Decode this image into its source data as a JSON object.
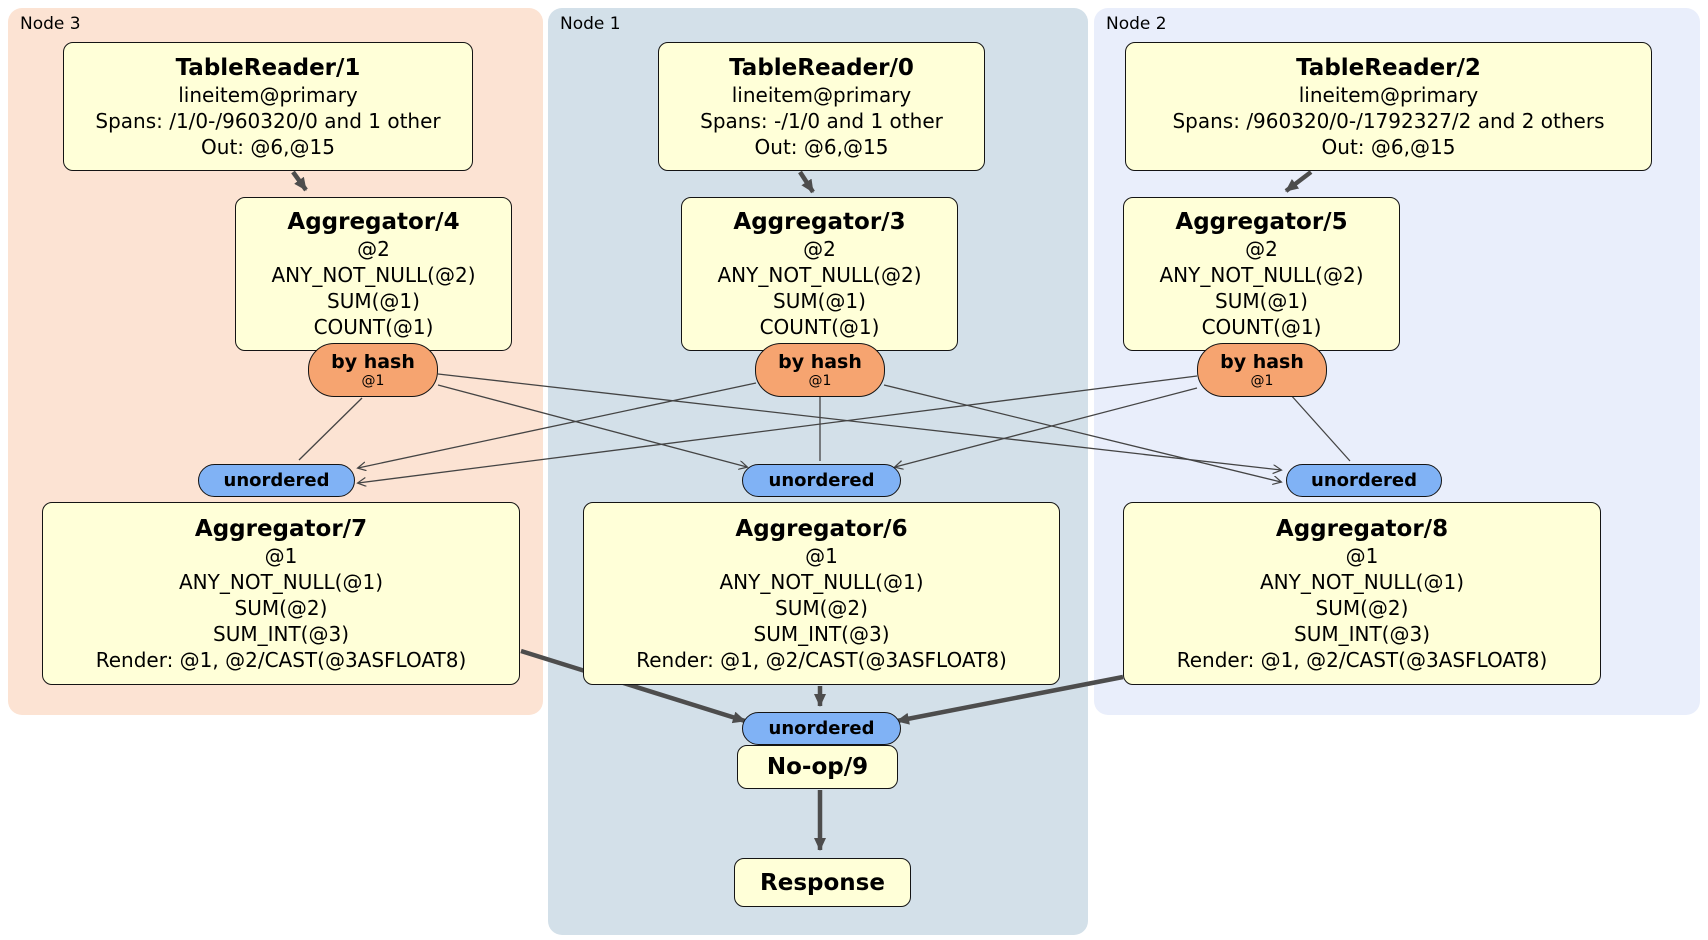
{
  "diagram": {
    "groups": {
      "node3": {
        "label": "Node 3"
      },
      "node1": {
        "label": "Node 1"
      },
      "node2": {
        "label": "Node 2"
      }
    },
    "processors": {
      "tr1": {
        "title": "TableReader/1",
        "lines": [
          "lineitem@primary",
          "Spans: /1/0-/960320/0 and 1 other",
          "Out: @6,@15"
        ]
      },
      "tr0": {
        "title": "TableReader/0",
        "lines": [
          "lineitem@primary",
          "Spans: -/1/0 and 1 other",
          "Out: @6,@15"
        ]
      },
      "tr2": {
        "title": "TableReader/2",
        "lines": [
          "lineitem@primary",
          "Spans: /960320/0-/1792327/2 and 2 others",
          "Out: @6,@15"
        ]
      },
      "agg4": {
        "title": "Aggregator/4",
        "lines": [
          "@2",
          "ANY_NOT_NULL(@2)",
          "SUM(@1)",
          "COUNT(@1)"
        ]
      },
      "agg3": {
        "title": "Aggregator/3",
        "lines": [
          "@2",
          "ANY_NOT_NULL(@2)",
          "SUM(@1)",
          "COUNT(@1)"
        ]
      },
      "agg5": {
        "title": "Aggregator/5",
        "lines": [
          "@2",
          "ANY_NOT_NULL(@2)",
          "SUM(@1)",
          "COUNT(@1)"
        ]
      },
      "agg7": {
        "title": "Aggregator/7",
        "lines": [
          "@1",
          "ANY_NOT_NULL(@1)",
          "SUM(@2)",
          "SUM_INT(@3)",
          "Render: @1, @2/CAST(@3ASFLOAT8)"
        ]
      },
      "agg6": {
        "title": "Aggregator/6",
        "lines": [
          "@1",
          "ANY_NOT_NULL(@1)",
          "SUM(@2)",
          "SUM_INT(@3)",
          "Render: @1, @2/CAST(@3ASFLOAT8)"
        ]
      },
      "agg8": {
        "title": "Aggregator/8",
        "lines": [
          "@1",
          "ANY_NOT_NULL(@1)",
          "SUM(@2)",
          "SUM_INT(@3)",
          "Render: @1, @2/CAST(@3ASFLOAT8)"
        ]
      },
      "noop": {
        "title": "No-op/9"
      },
      "response": {
        "title": "Response"
      }
    },
    "routers": {
      "hash3": {
        "label": "by hash",
        "detail": "@1"
      },
      "hash1": {
        "label": "by hash",
        "detail": "@1"
      },
      "hash2": {
        "label": "by hash",
        "detail": "@1"
      }
    },
    "syncs": {
      "un3": {
        "label": "unordered"
      },
      "un1": {
        "label": "unordered"
      },
      "un2": {
        "label": "unordered"
      },
      "un0": {
        "label": "unordered"
      }
    },
    "colors": {
      "panel_node3": "#fce3d3",
      "panel_node1": "#d3e0e9",
      "panel_node2": "#e9eefb",
      "processor_fill": "#ffffd8",
      "router_fill": "#f6a470",
      "sync_fill": "#80b2f5",
      "edge": "#4d4d4d"
    }
  }
}
